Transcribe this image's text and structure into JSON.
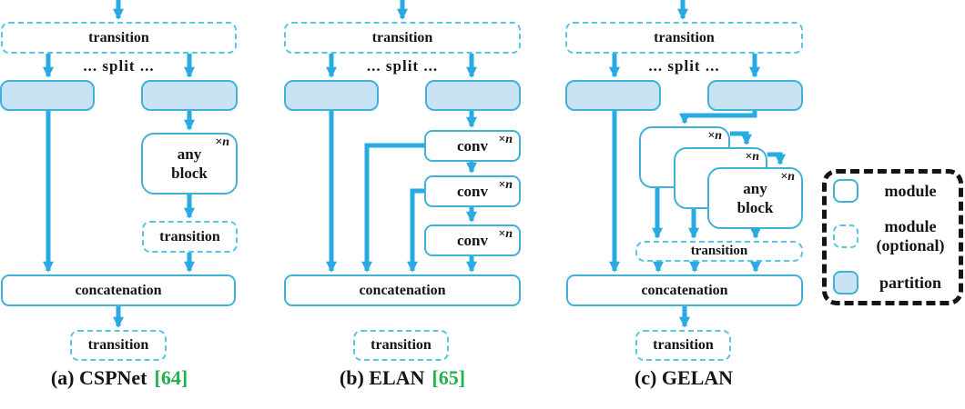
{
  "colors": {
    "arrow": "#29abe2",
    "border": "#41b1d8",
    "border_dashed": "#59c4e4",
    "partition_fill": "#c8e4f4",
    "ref_green": "#22b14c",
    "text": "#141414",
    "legend_border": "#141414"
  },
  "labels": {
    "transition": "transition",
    "split": "... split ...",
    "concatenation": "concatenation",
    "conv": "conv",
    "times_n": "×n",
    "any_line1": "any",
    "any_line2": "block"
  },
  "panels": [
    {
      "caption": "(a) CSPNet",
      "ref": "[64]"
    },
    {
      "caption": "(b) ELAN",
      "ref": "[65]"
    },
    {
      "caption": "(c) GELAN",
      "ref": ""
    }
  ],
  "legend": {
    "module": "module",
    "optional_line1": "module",
    "optional_line2": "(optional)",
    "partition": "partition"
  }
}
